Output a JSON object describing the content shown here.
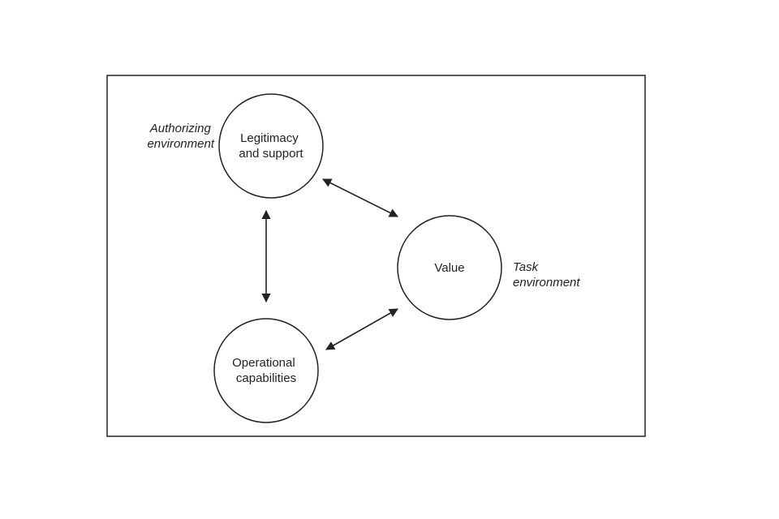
{
  "nodes": {
    "legitimacy": {
      "line1": "Legitimacy",
      "line2": "and support"
    },
    "value": {
      "line1": "Value"
    },
    "operational": {
      "line1": "Operational",
      "line2": "capabilities"
    }
  },
  "context_labels": {
    "authorizing": {
      "line1": "Authorizing",
      "line2": "environment"
    },
    "task": {
      "line1": "Task",
      "line2": "environment"
    }
  },
  "colors": {
    "stroke": "#222222",
    "background": "#ffffff"
  }
}
